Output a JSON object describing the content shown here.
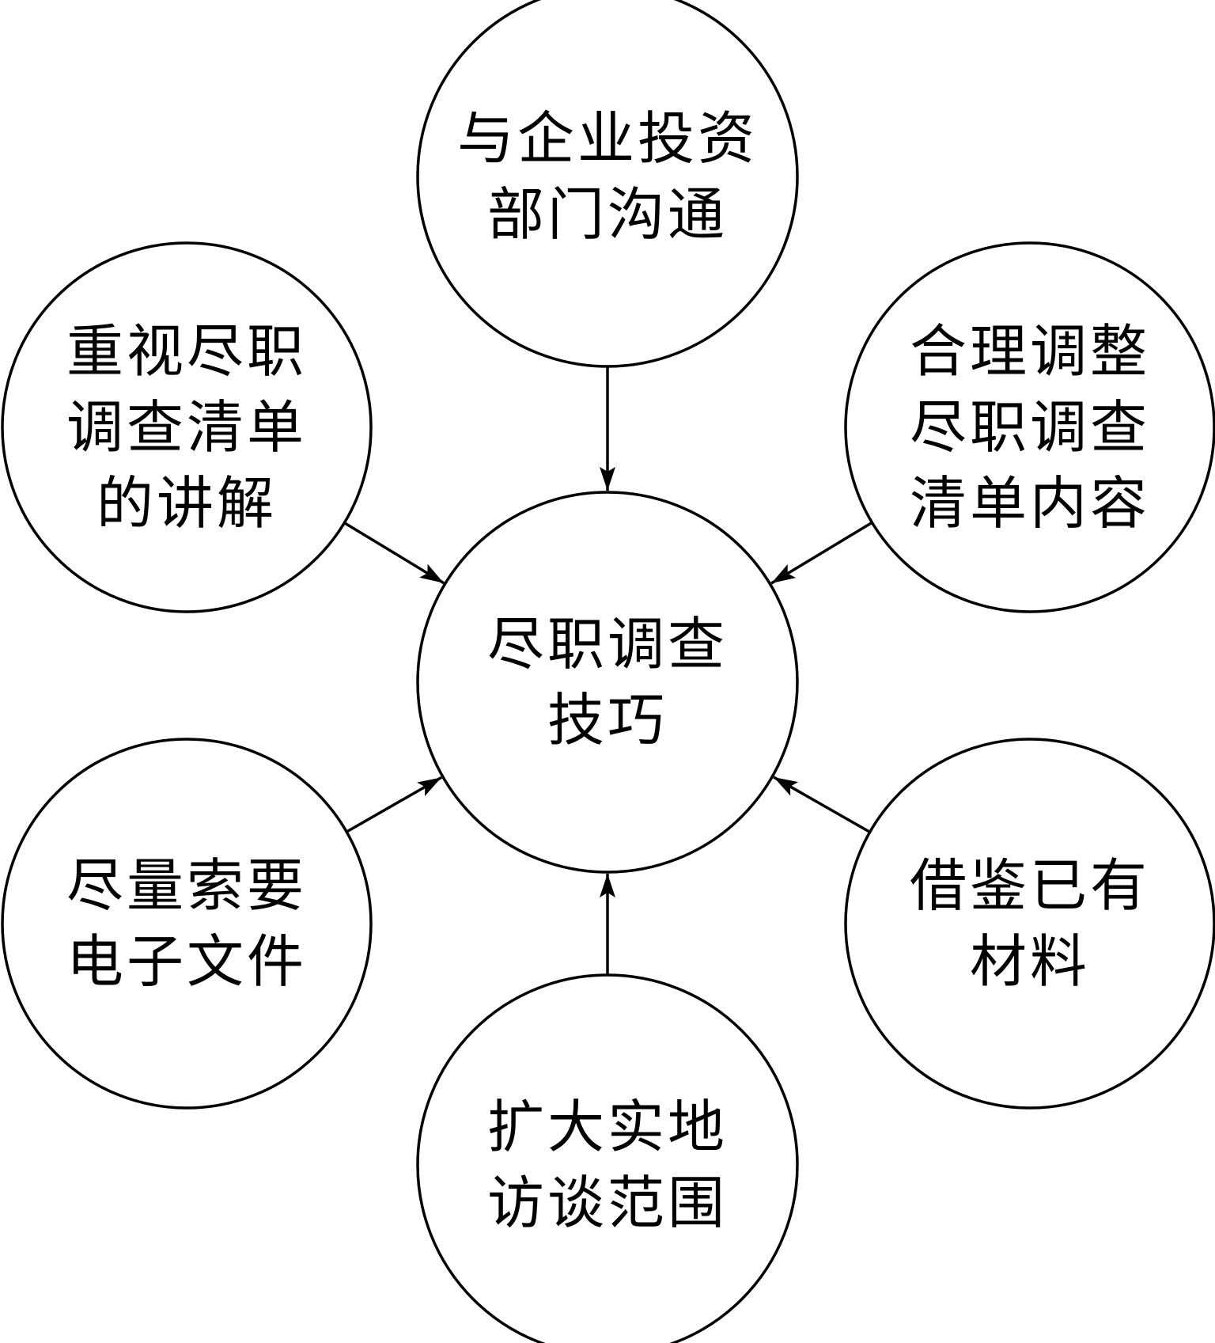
{
  "diagram": {
    "center": {
      "id": "center",
      "lines": [
        "尽职调查",
        "技巧"
      ]
    },
    "nodes": [
      {
        "id": "top",
        "lines": [
          "与企业投资",
          "部门沟通"
        ]
      },
      {
        "id": "upper-left",
        "lines": [
          "重视尽职",
          "调查清单",
          "的讲解"
        ]
      },
      {
        "id": "upper-right",
        "lines": [
          "合理调整",
          "尽职调查",
          "清单内容"
        ]
      },
      {
        "id": "lower-left",
        "lines": [
          "尽量索要",
          "电子文件"
        ]
      },
      {
        "id": "lower-right",
        "lines": [
          "借鉴已有",
          "材料"
        ]
      },
      {
        "id": "bottom",
        "lines": [
          "扩大实地",
          "访谈范围"
        ]
      }
    ],
    "edges": [
      {
        "from": "top",
        "to": "center"
      },
      {
        "from": "upper-left",
        "to": "center"
      },
      {
        "from": "upper-right",
        "to": "center"
      },
      {
        "from": "lower-left",
        "to": "center"
      },
      {
        "from": "lower-right",
        "to": "center"
      },
      {
        "from": "bottom",
        "to": "center"
      }
    ],
    "colors": {
      "stroke": "#000000",
      "fill": "#ffffff",
      "text": "#000000"
    }
  }
}
